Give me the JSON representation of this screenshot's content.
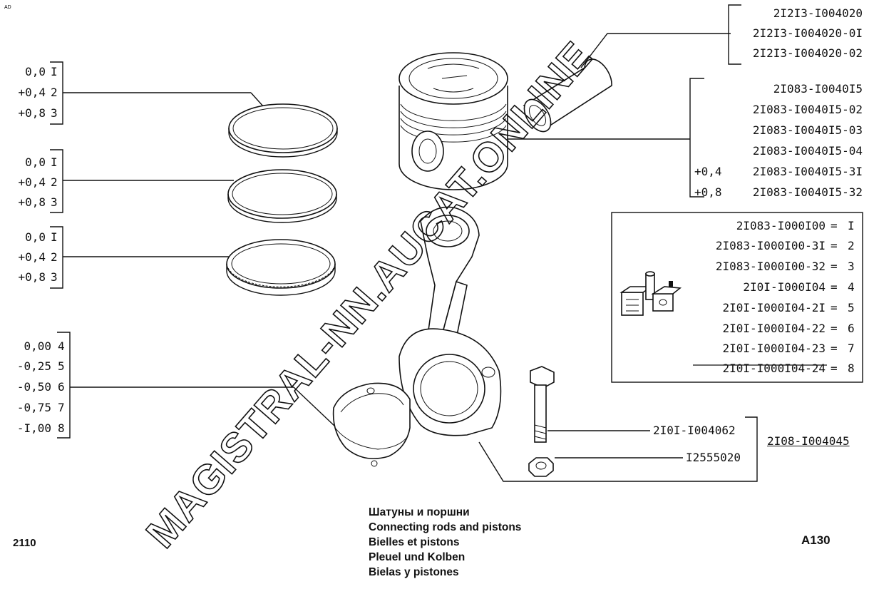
{
  "figure_code": "A130",
  "model_code": "2110",
  "corner_mark": "AD",
  "titles": [
    "Шатуны и поршни",
    "Connecting rods and pistons",
    "Bielles et pistons",
    "Pleuel und Kolben",
    "Bielas y pistones"
  ],
  "watermark": "MAGISTRAL-NN.AUCAT.ONLINE",
  "ring_groups": [
    {
      "rows": [
        {
          "size": "0,0",
          "idx": "I"
        },
        {
          "size": "+0,4",
          "idx": "2"
        },
        {
          "size": "+0,8",
          "idx": "3"
        }
      ]
    },
    {
      "rows": [
        {
          "size": "0,0",
          "idx": "I"
        },
        {
          "size": "+0,4",
          "idx": "2"
        },
        {
          "size": "+0,8",
          "idx": "3"
        }
      ]
    },
    {
      "rows": [
        {
          "size": "0,0",
          "idx": "I"
        },
        {
          "size": "+0,4",
          "idx": "2"
        },
        {
          "size": "+0,8",
          "idx": "3"
        }
      ]
    }
  ],
  "bearing_sizes": [
    {
      "size": "0,00",
      "idx": "4"
    },
    {
      "size": "-0,25",
      "idx": "5"
    },
    {
      "size": "-0,50",
      "idx": "6"
    },
    {
      "size": "-0,75",
      "idx": "7"
    },
    {
      "size": "-I,00",
      "idx": "8"
    }
  ],
  "pin_parts": [
    "2I2I3-I004020",
    "2I2I3-I004020-0I",
    "2I2I3-I004020-02"
  ],
  "piston_parts": [
    {
      "prefix": "",
      "code": "2I083-I0040I5"
    },
    {
      "prefix": "",
      "code": "2I083-I0040I5-02"
    },
    {
      "prefix": "",
      "code": "2I083-I0040I5-03"
    },
    {
      "prefix": "",
      "code": "2I083-I0040I5-04"
    },
    {
      "prefix": "+0,4",
      "code": "2I083-I0040I5-3I"
    },
    {
      "prefix": "+0,8",
      "code": "2I083-I0040I5-32"
    }
  ],
  "kit_table": [
    {
      "code": "2I083-I000I00",
      "eq": "=",
      "idx": "I"
    },
    {
      "code": "2I083-I000I00-3I",
      "eq": "=",
      "idx": "2"
    },
    {
      "code": "2I083-I000I00-32",
      "eq": "=",
      "idx": "3"
    },
    {
      "code": "2I0I-I000I04",
      "eq": "=",
      "idx": "4"
    },
    {
      "code": "2I0I-I000I04-2I",
      "eq": "=",
      "idx": "5"
    },
    {
      "code": "2I0I-I000I04-22",
      "eq": "=",
      "idx": "6"
    },
    {
      "code": "2I0I-I000I04-23",
      "eq": "=",
      "idx": "7"
    },
    {
      "code": "2I0I-I000I04-24",
      "eq": "=",
      "idx": "8"
    }
  ],
  "bolt_part": "2I0I-I004062",
  "nut_part": "I2555020",
  "rod_assembly_part": "2I08-I004045"
}
